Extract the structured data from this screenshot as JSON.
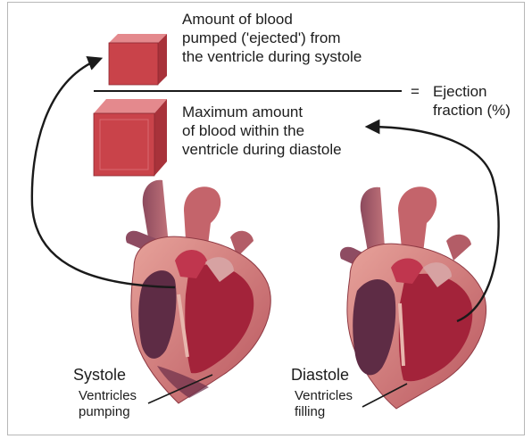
{
  "formula": {
    "numerator": [
      "Amount of blood",
      "pumped ('ejected') from",
      "the ventricle during systole"
    ],
    "denominator": [
      "Maximum amount",
      "of blood within the",
      "ventricle during diastole"
    ],
    "equals": "=",
    "result": [
      "Ejection",
      "fraction (%)"
    ]
  },
  "hearts": {
    "systole": {
      "title": "Systole",
      "caption": [
        "Ventricles",
        "pumping"
      ]
    },
    "diastole": {
      "title": "Diastole",
      "caption": [
        "Ventricles",
        "filling"
      ]
    }
  },
  "colors": {
    "cube_face": "#c9434a",
    "cube_top": "#e28a8d",
    "cube_side": "#a8323a",
    "heart_outer": "#c96a6e",
    "heart_inner": "#e6a09c",
    "chamber_dark": "#5e2c45",
    "chamber_red": "#a3233a",
    "line": "#1a1a1a"
  }
}
